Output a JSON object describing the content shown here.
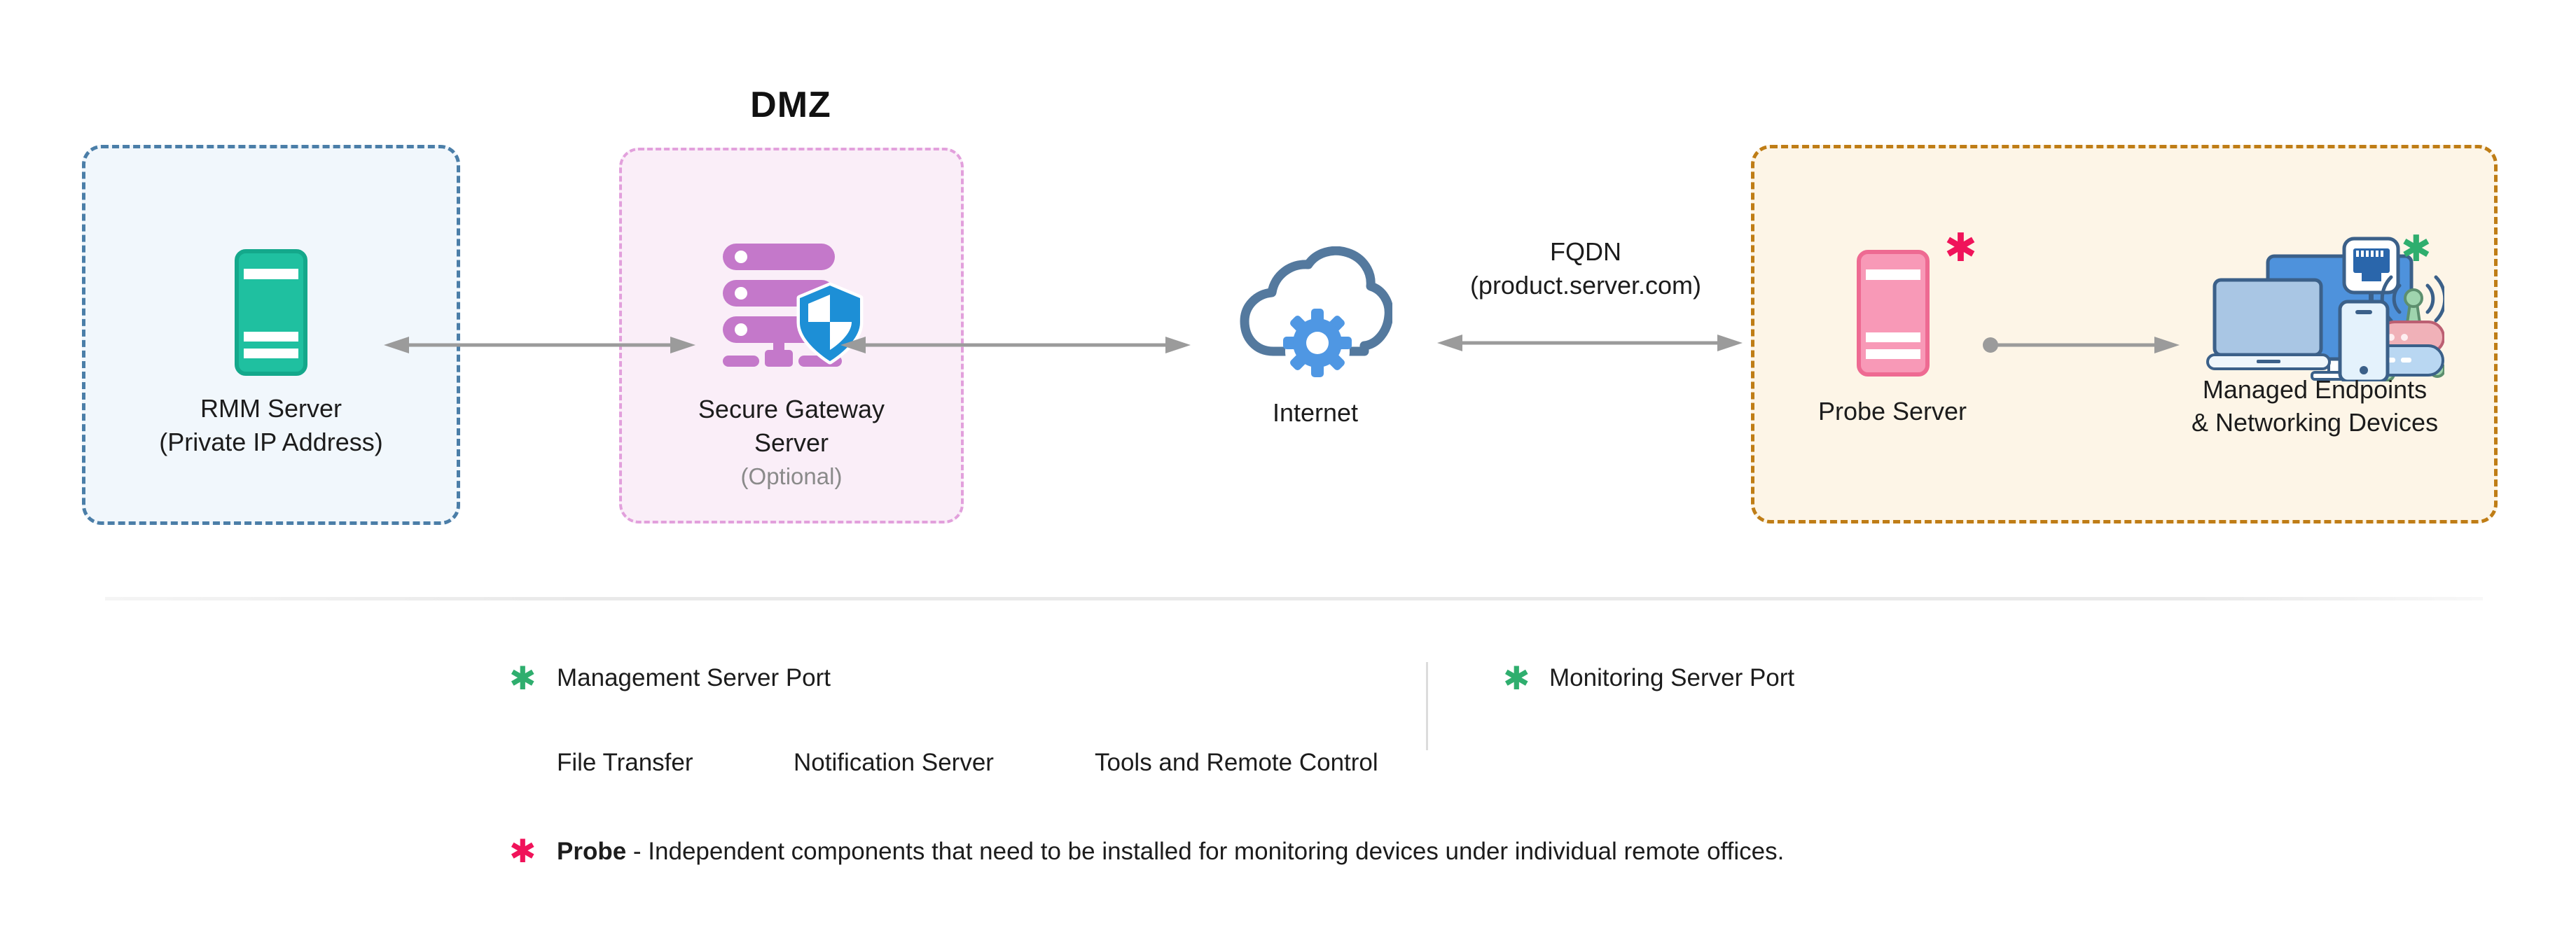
{
  "diagram": {
    "dmz_title": "DMZ",
    "nodes": {
      "rmm": {
        "label": "RMM Server",
        "sublabel": "(Private IP Address)"
      },
      "gateway": {
        "label_line1": "Secure Gateway",
        "label_line2": "Server",
        "sublabel": "(Optional)"
      },
      "internet": {
        "label": "Internet"
      },
      "fqdn": {
        "line1": "FQDN",
        "line2": "(product.server.com)"
      },
      "probe": {
        "label": "Probe Server",
        "marker": "✱"
      },
      "endpoints": {
        "label_line1": "Managed Endpoints",
        "label_line2": "& Networking Devices",
        "marker": "✱"
      }
    }
  },
  "legend": {
    "management": {
      "marker": "✱",
      "label": "Management Server Port"
    },
    "management_items": [
      "File Transfer",
      "Notification Server",
      "Tools and Remote Control"
    ],
    "monitoring": {
      "marker": "✱",
      "label": "Monitoring Server Port"
    },
    "note": {
      "marker": "✱",
      "term": "Probe",
      "rest": " - Independent components that need to be installed for monitoring devices under individual remote offices."
    }
  },
  "colors": {
    "arrow_gray": "#9b9b9b",
    "rmm_box_border": "#4b7ea8",
    "rmm_box_bg": "#f1f7fc",
    "dmz_box_border": "#e2a0dc",
    "dmz_box_bg": "#faeef8",
    "remote_box_border": "#bf7d16",
    "remote_box_bg": "#fdf5e7",
    "server_green": "#1fc0a0",
    "server_green_border": "#14a88b",
    "server_pink": "#f899b7",
    "server_pink_border": "#ee6a92",
    "rack_purple": "#c478ca",
    "shield_blue": "#1d8fd6",
    "cloud_outline": "#54799e",
    "gear_blue": "#4f97e3",
    "marker_green": "#2fae6e",
    "marker_red": "#f0135a"
  }
}
